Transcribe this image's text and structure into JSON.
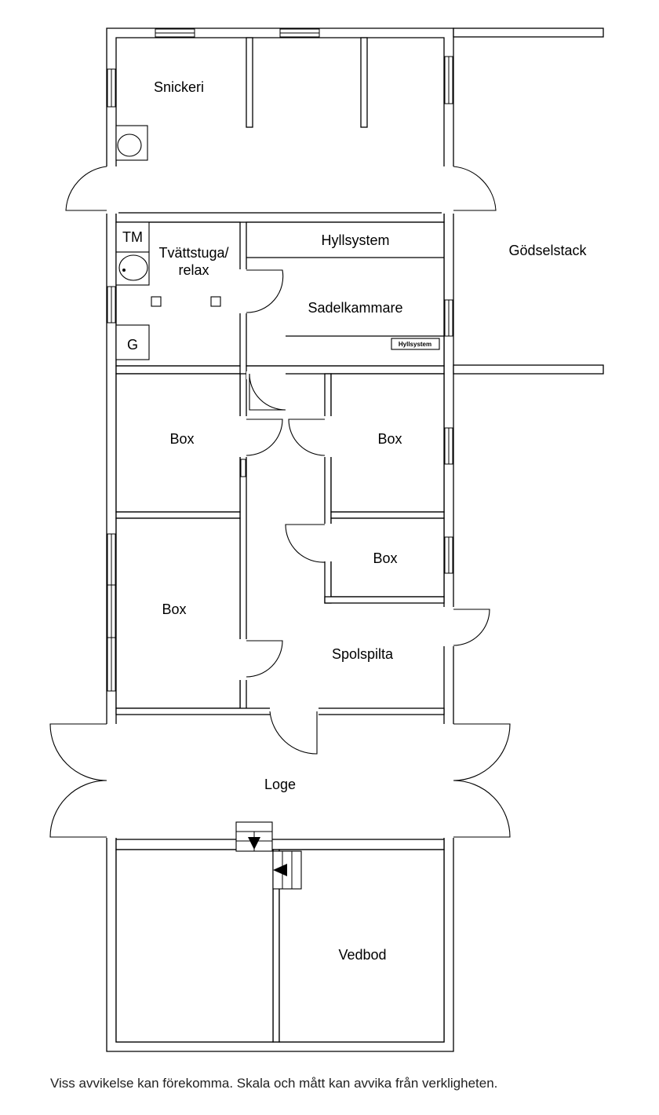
{
  "rooms": {
    "snickeri": "Snickeri",
    "tvattstuga_line1": "Tvättstuga/",
    "tvattstuga_line2": "relax",
    "hyllsystem": "Hyllsystem",
    "sadelkammare": "Sadelkammare",
    "hyllsystem_small": "Hyllsystem",
    "godselstack": "Gödselstack",
    "box_1": "Box",
    "box_2": "Box",
    "box_3": "Box",
    "box_4": "Box",
    "spolspilta": "Spolspilta",
    "loge": "Loge",
    "vedbod": "Vedbod"
  },
  "fixtures": {
    "tm": "TM",
    "g": "G"
  },
  "footer": {
    "disclaimer": "Viss avvikelse kan förekomma. Skala och mått kan avvika från verkligheten."
  }
}
